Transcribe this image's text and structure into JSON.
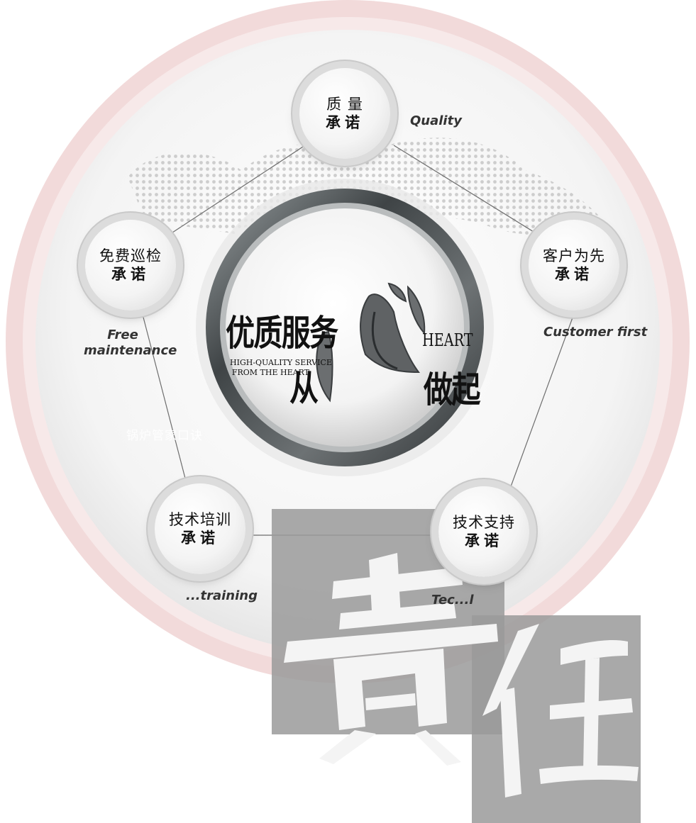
{
  "center": {
    "line1": "优质服务",
    "line2": "从",
    "heart_char": "心",
    "line3": "做起",
    "heart_en": "HEART",
    "subtitle_en_1": "HIGH-QUALITY SERVICE",
    "subtitle_en_2": "FROM THE HEART"
  },
  "nodes": [
    {
      "id": "quality",
      "cn": "质 量",
      "cn2": "承诺",
      "en": "Quality"
    },
    {
      "id": "customer",
      "cn": "客户为先",
      "cn2": "承诺",
      "en": "Customer first"
    },
    {
      "id": "support",
      "cn": "技术支持",
      "cn2": "承诺",
      "en": "Tec...l"
    },
    {
      "id": "training",
      "cn": "技术培训",
      "cn2": "承诺",
      "en": "...training"
    },
    {
      "id": "maintenance",
      "cn": "免费巡检",
      "cn2": "承诺",
      "en_line1": "Free",
      "en_line2": "maintenance"
    }
  ],
  "watermark": "锅炉管家口诀",
  "calligraphy": [
    "责",
    "任"
  ],
  "colors": {
    "outer_ring": "#f2dada",
    "ring_dark": "#555a5c",
    "gray_block": "#9a9a9a"
  }
}
